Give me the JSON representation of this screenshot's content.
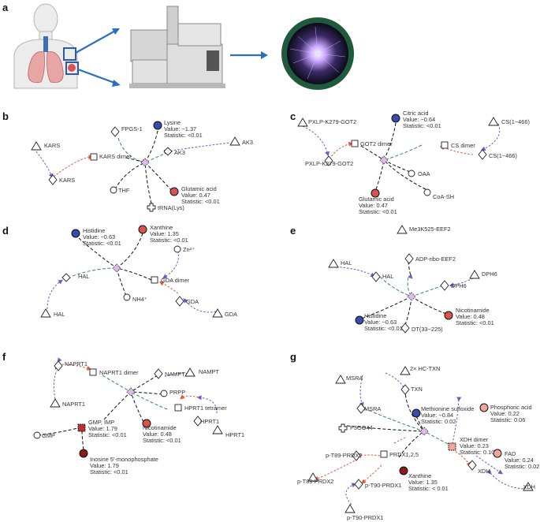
{
  "panels": {
    "a": {
      "label": "a"
    },
    "b": {
      "label": "b",
      "nodes": {
        "fpgs1": "FPGS-1",
        "lysine": {
          "name": "Lysine",
          "value": "Value: −1.37",
          "stat": "Statistic: <0.01"
        },
        "kars_top": "KARS",
        "kars_dimer": "KARS dimer",
        "kars": "KARS",
        "ak3_mid": "AK3",
        "ak3_right": "AK3",
        "thf": "THF",
        "glutamic": {
          "name": "Glutamic acid",
          "value": "Value: 0.47",
          "stat": "Statistic: <0.01"
        },
        "trna": "tRNA(Lys)"
      }
    },
    "c": {
      "label": "c",
      "nodes": {
        "pxlp_top": "PXLP-K279-GOT2",
        "citric": {
          "name": "Citric acid",
          "value": "Value: −0.64",
          "stat": "Statistic: <0.01"
        },
        "cs_top": "CS(1−466)",
        "got2_dimer": "GOT2 dimer",
        "cs_dimer": "CS dimer",
        "pxlp_low": "PXLP-K279-GOT2",
        "cs_low": "CS(1−466)",
        "oaa": "OAA",
        "glutamic": {
          "name": "Glutamic acid",
          "value": "Value: 0.47",
          "stat": "Statistic: <0.01"
        },
        "coash": "CoA-SH"
      }
    },
    "d": {
      "label": "d",
      "nodes": {
        "histidine": {
          "name": "Histidine",
          "value": "Value: −0.63",
          "stat": "Statistic: <0.01"
        },
        "xanthine": {
          "name": "Xanthine",
          "value": "Value: 1.35",
          "stat": "Statistic: <0.01"
        },
        "zn": "Zn²⁺",
        "hal_mid": "HAL",
        "gda_dimer": "GDA dimer",
        "nh4": "NH4⁺",
        "gda_mid": "GDA",
        "hal_low": "HAL",
        "gda_low": "GDA"
      }
    },
    "e": {
      "label": "e",
      "nodes": {
        "me3k": "Me3K525-EEF2",
        "hal_left": "HAL",
        "adp": "ADP-ribo-EEF2",
        "hal_mid": "HAL",
        "dph6_right": "DPH6",
        "dph6_mid": "DPH6",
        "nicotinamide": {
          "name": "Nicotinamide",
          "value": "Value: 0.48",
          "stat": "Statistic: <0.01"
        },
        "histidine": {
          "name": "Histidine",
          "value": "Value: −0.63",
          "stat": "Statistic: <0.01"
        },
        "dt": "DT(33−225)"
      }
    },
    "f": {
      "label": "f",
      "nodes": {
        "naprt1_top": "NAPRT1",
        "naprt1_dimer": "NAPRT1 dimer",
        "nampt_mid": "NAMPT",
        "nampt_right": "NAMPT",
        "naprt1_low": "NAPRT1",
        "prpp": "PRPP",
        "hprt1_tetramer": "HPRT1 tetramer",
        "hprt1_mid": "HPRT1",
        "hprt1_low": "HPRT1",
        "gmp_imp": {
          "name": "GMP, IMP",
          "value": "Value: 1.79",
          "stat": "Statistic: <0.01"
        },
        "nicotinamide": {
          "name": "Nicotinamide",
          "value": "Value: 0.48",
          "stat": "Statistic: <0.01"
        },
        "gmp": "GMP",
        "inosine": {
          "name": "Inosine 5′-monophosphate",
          "value": "Value: 1.79",
          "stat": "Statistic: <0.01"
        }
      }
    },
    "g": {
      "label": "g",
      "nodes": {
        "msra_top": "MSRA",
        "hctxn": "2× HC-TXN",
        "txn": "TXN",
        "msra_mid": "MSRA",
        "methionine": {
          "name": "Methionine sulfoxide",
          "value": "Value: −0.84",
          "stat": "Statistic: 0.02"
        },
        "phosphoric": {
          "name": "Phosphoric acid",
          "value": "Value: 0.22",
          "stat": "Statistic: 0.06"
        },
        "p3oo44": "P3OO44",
        "xdh_dimer": {
          "name": "XDH dimer",
          "value": "Value: 0.23",
          "stat": "Statistic: 0.10"
        },
        "fad": {
          "name": "FAD",
          "value": "Value: 0.24",
          "stat": "Statistic: 0.02"
        },
        "ptp89_top": "p-T89-PRDX2",
        "prdx125": "PRDX1,2,5",
        "xdh_mid": "XDH",
        "ptp89_low": "p-T89-PRDX2",
        "xanthine": {
          "name": "Xanthine",
          "value": "Value: 1.35",
          "stat": "Statistic: < 0.01"
        },
        "xdh_low": "XDH",
        "pt90_mid": "p-T90-PRDX1",
        "pt90_low": "p-T90-PRDX1"
      }
    }
  },
  "colors": {
    "blue": "#3b4ba8",
    "red": "#d9534f",
    "darkred": "#8b1a1a",
    "green": "#2e8b57",
    "purple": "#6a5acd",
    "orange": "#e8563a",
    "hub": "#d7c1e3",
    "circle_bg": "#1f5a3c"
  }
}
